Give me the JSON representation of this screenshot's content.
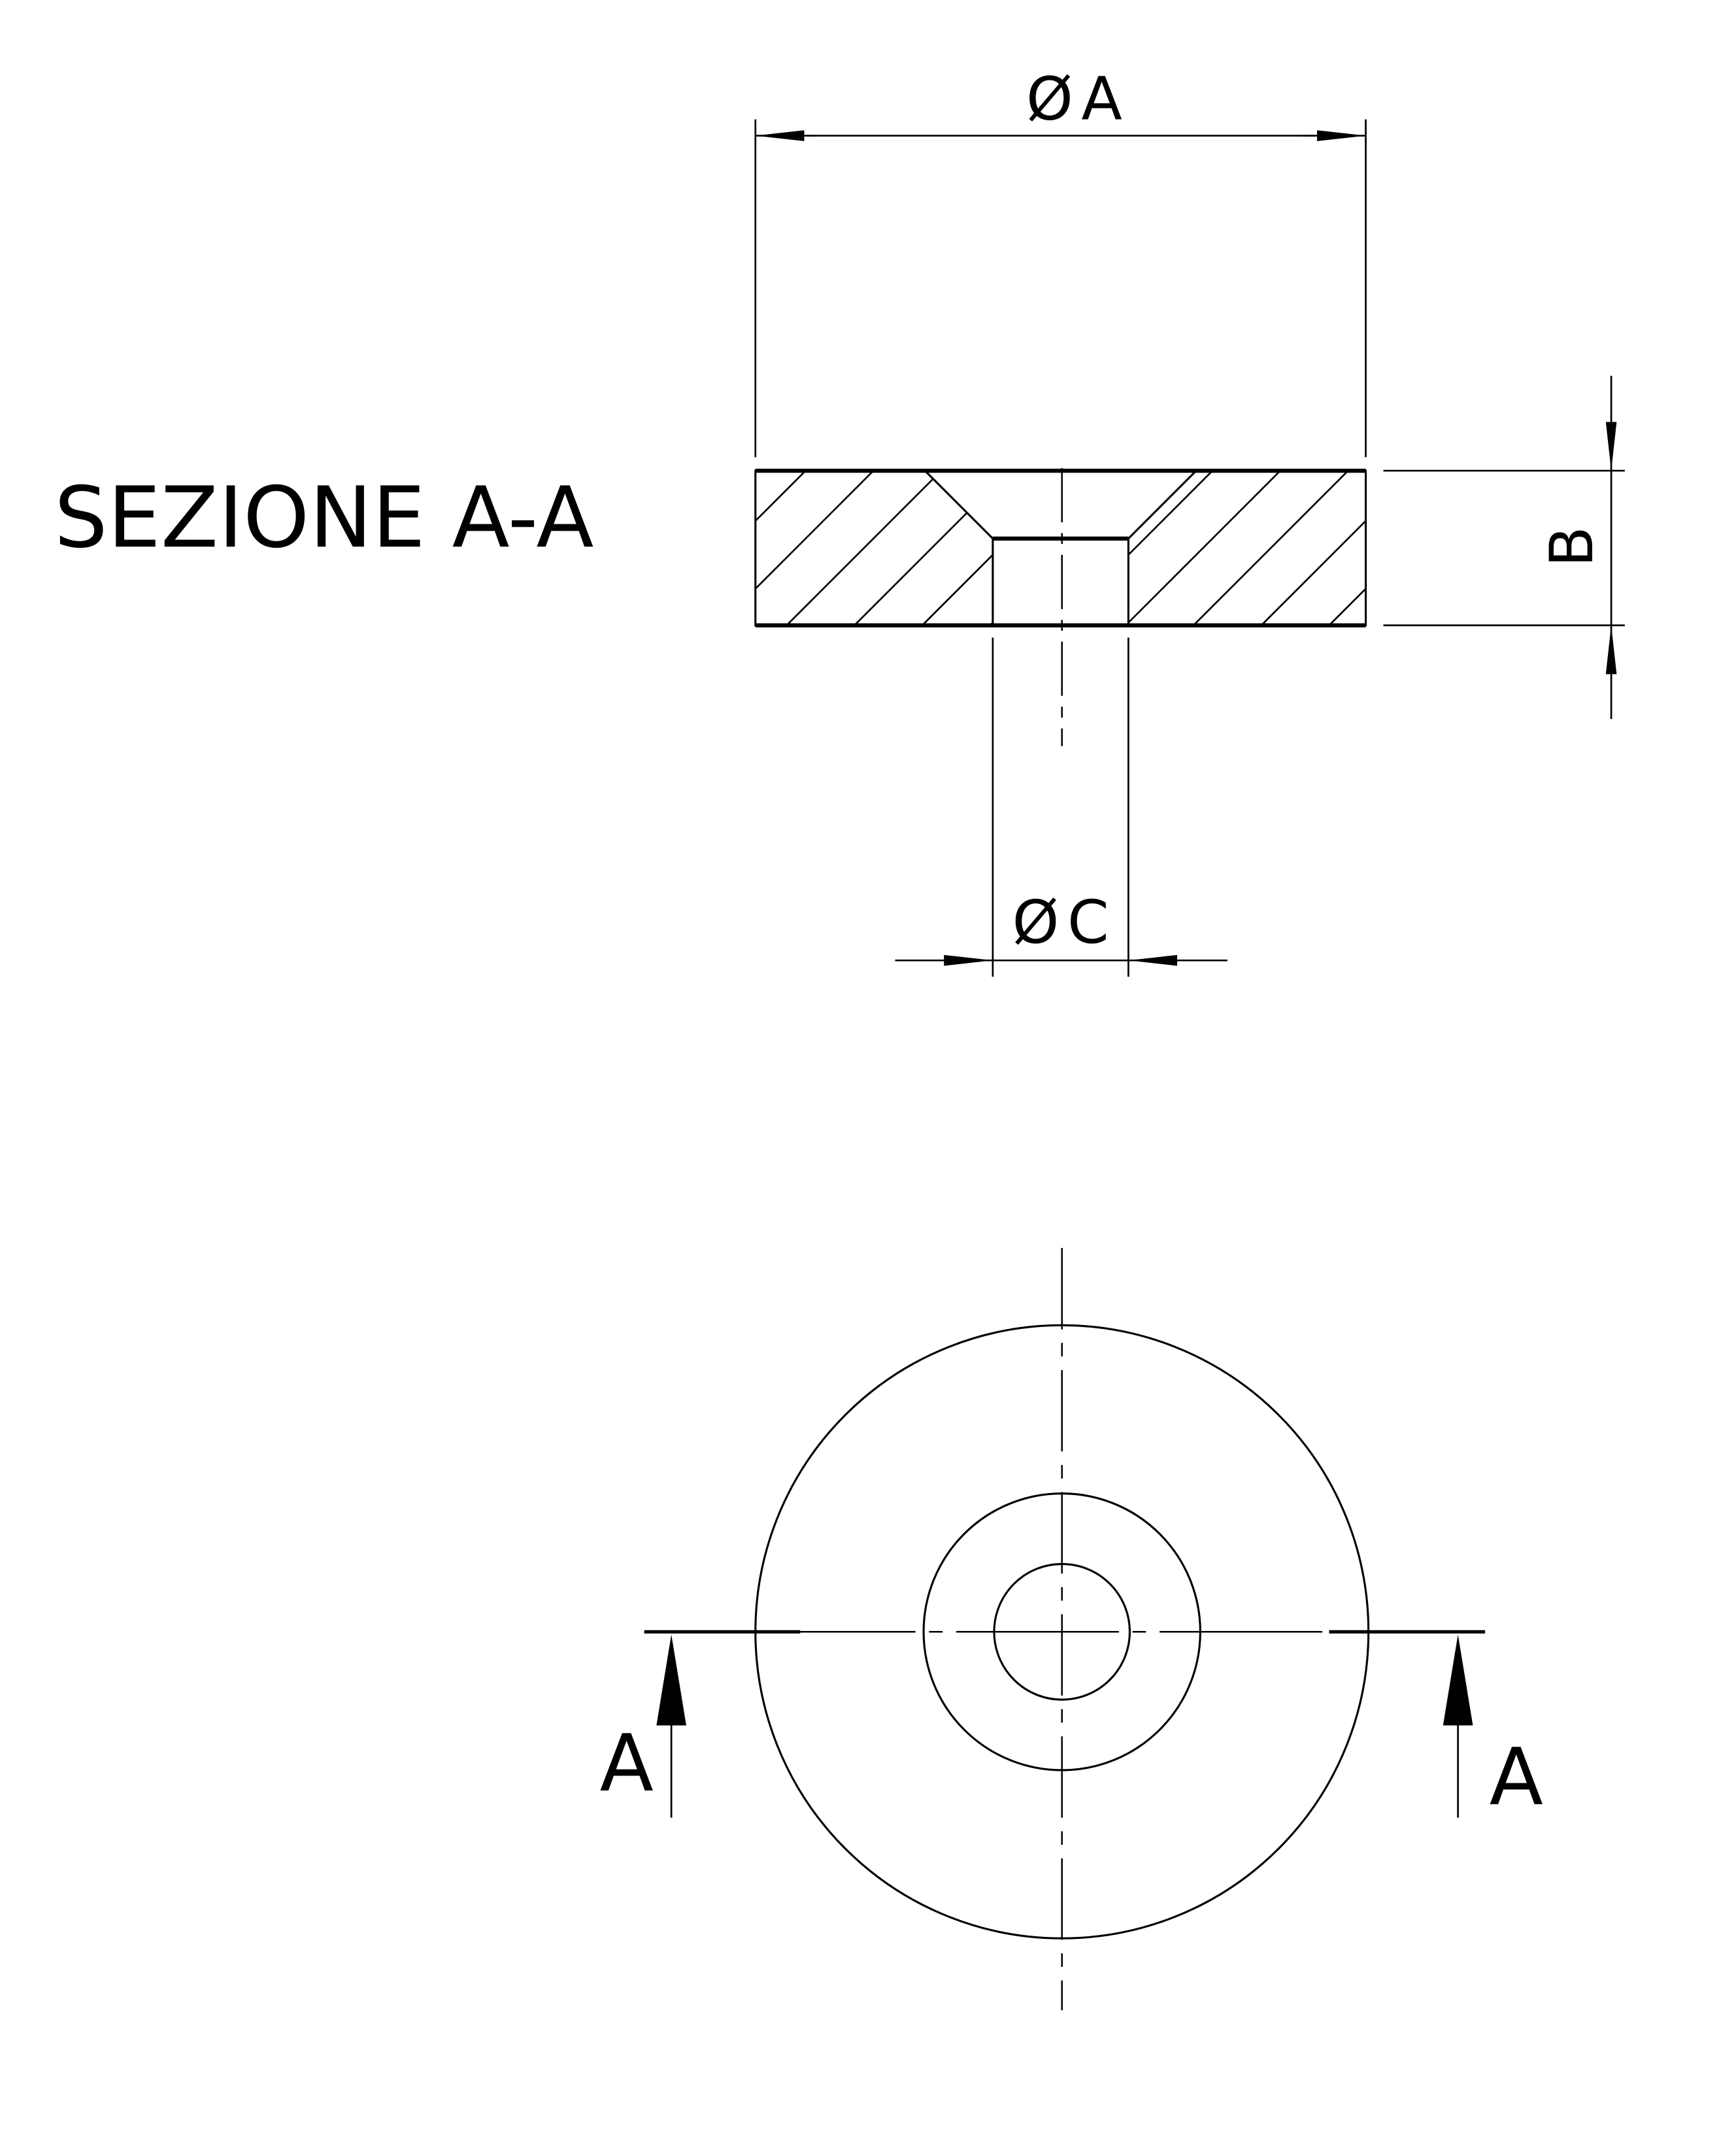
{
  "section_title": "SEZIONE A-A",
  "dimensions": {
    "outer_diameter": {
      "symbol": "Ø",
      "label": "A"
    },
    "thickness": {
      "label": "B"
    },
    "hole_diameter": {
      "symbol": "Ø",
      "label": "C"
    }
  },
  "section_markers": {
    "left": "A",
    "right": "A"
  },
  "colors": {
    "line": "#000000",
    "background": "#ffffff"
  }
}
